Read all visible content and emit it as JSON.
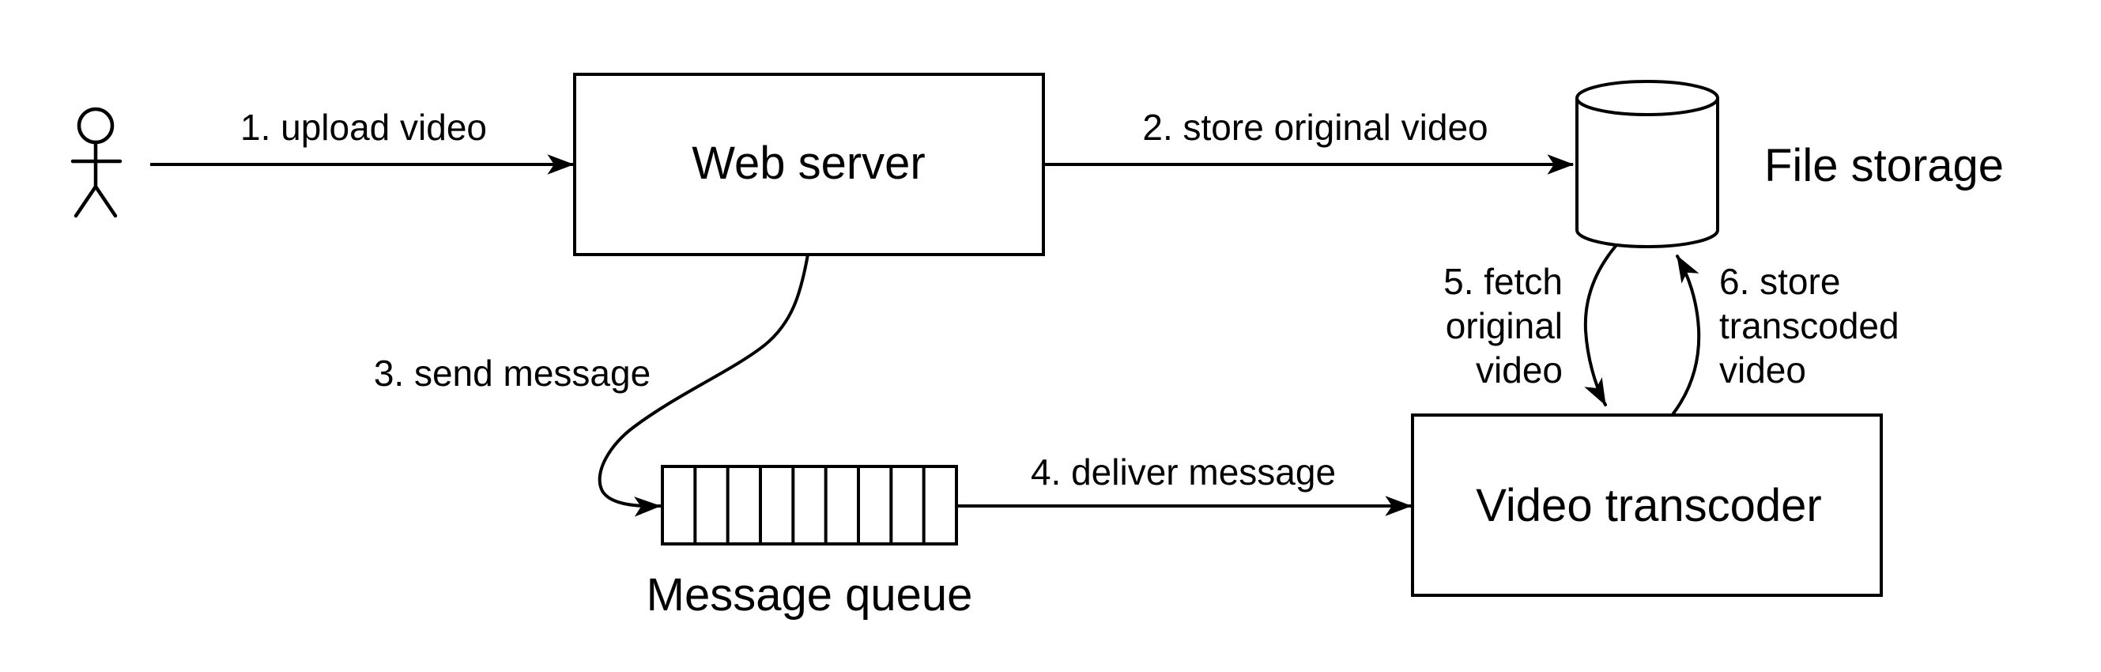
{
  "colors": {
    "ink": "#000000",
    "background": "#ffffff"
  },
  "nodes": {
    "web_server": {
      "label": "Web server"
    },
    "file_storage": {
      "label": "File storage"
    },
    "message_queue": {
      "label": "Message queue"
    },
    "video_transcoder": {
      "label": "Video transcoder"
    }
  },
  "queue": {
    "cells": 9
  },
  "flows": {
    "upload": {
      "label": "1. upload video"
    },
    "store_original": {
      "label": "2. store original video"
    },
    "send_message": {
      "label": "3. send message"
    },
    "deliver_message": {
      "label": "4. deliver message"
    },
    "fetch_original": {
      "lines": [
        "5. fetch",
        "original",
        "video"
      ]
    },
    "store_transcoded": {
      "lines": [
        "6. store",
        "transcoded",
        "video"
      ]
    }
  }
}
